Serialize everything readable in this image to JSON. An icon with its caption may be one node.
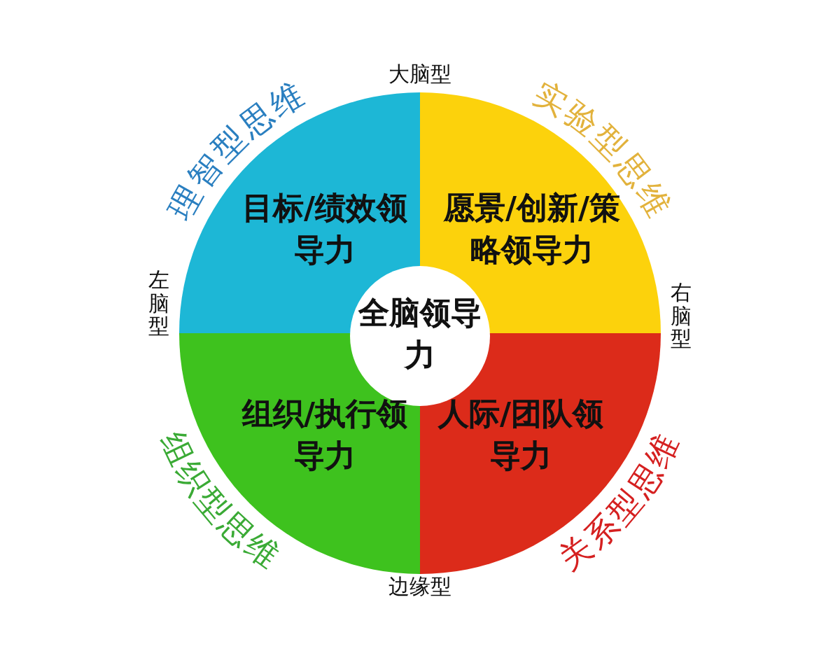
{
  "diagram": {
    "nodes": [
      {
        "text": [
          "目标/绩效领导力"
        ],
        "beside": [
          "理智型思维"
        ]
      },
      {
        "text": [
          "愿景/创新/策略领导力"
        ],
        "beside": [
          "实验型思维"
        ]
      },
      {
        "text": [
          "组织/执行领导力"
        ],
        "beside": [
          "组织型思维"
        ]
      },
      {
        "text": [
          "人际/团队领导力"
        ],
        "beside": [
          "关系型思维"
        ]
      },
      {
        "text": [
          "全脑领导力"
        ]
      }
    ],
    "labels": [
      "大脑型",
      "左脑型",
      "右脑型",
      "边缘型"
    ]
  }
}
